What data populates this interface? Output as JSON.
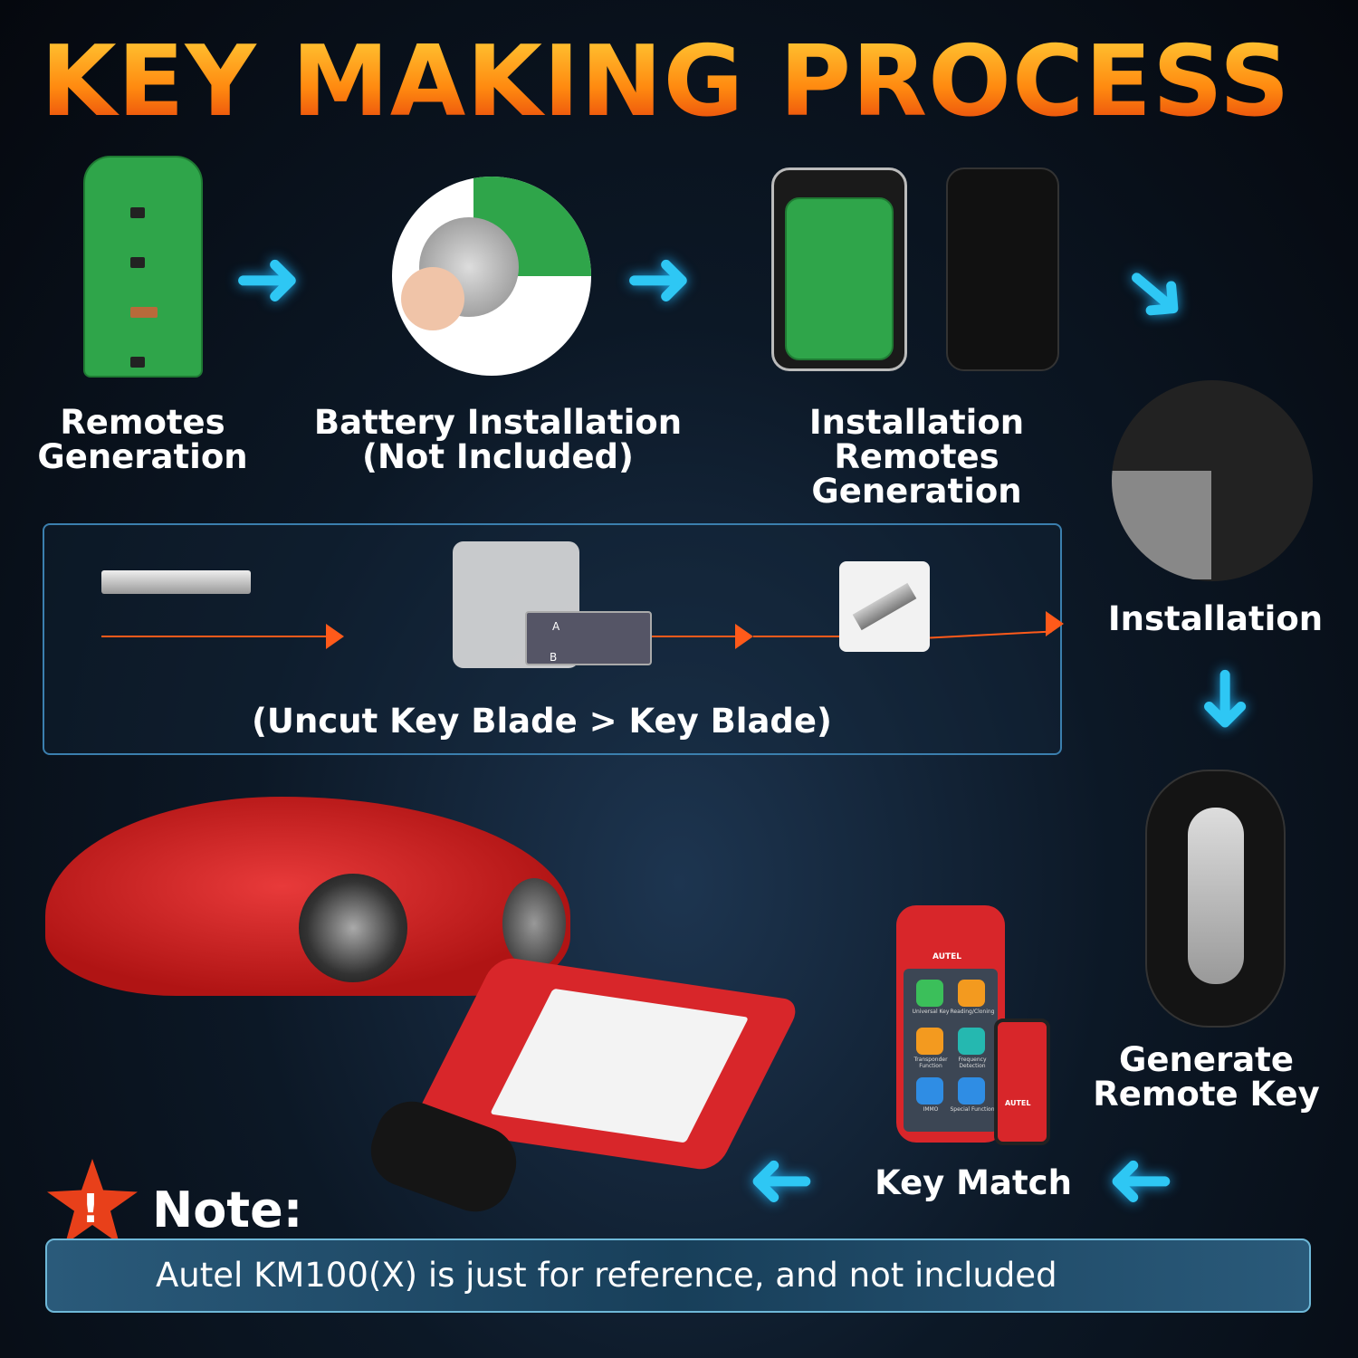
{
  "title": "KEY MAKING PROCESS",
  "steps": [
    {
      "label_line1": "Remotes",
      "label_line2": "Generation"
    },
    {
      "label_line1": "Battery Installation",
      "label_line2": "(Not Included)"
    },
    {
      "label_line1": "Installation Remotes",
      "label_line2": "Generation"
    },
    {
      "label": "Installation"
    },
    {
      "label_line1": "Generate",
      "label_line2": "Remote Key"
    },
    {
      "label": "Key Match"
    }
  ],
  "blade_panel": {
    "caption": "(Uncut Key Blade > Key Blade)",
    "marker_a": "A",
    "marker_b": "B"
  },
  "device": {
    "brand": "AUTEL",
    "apps": [
      "Universal Key",
      "Reading/Cloning",
      "Transponder Function",
      "Frequency Detection",
      "IMMO",
      "Special Function"
    ]
  },
  "note": {
    "heading": "Note:",
    "text": "Autel KM100(X) is just for reference, and not included",
    "icon": "exclamation-star-icon"
  },
  "colors": {
    "title_top": "#ffd23a",
    "title_bottom": "#e2360a",
    "arrow": "#2ec7f4",
    "line": "#ff5a1a",
    "car": "#d21d1d"
  }
}
